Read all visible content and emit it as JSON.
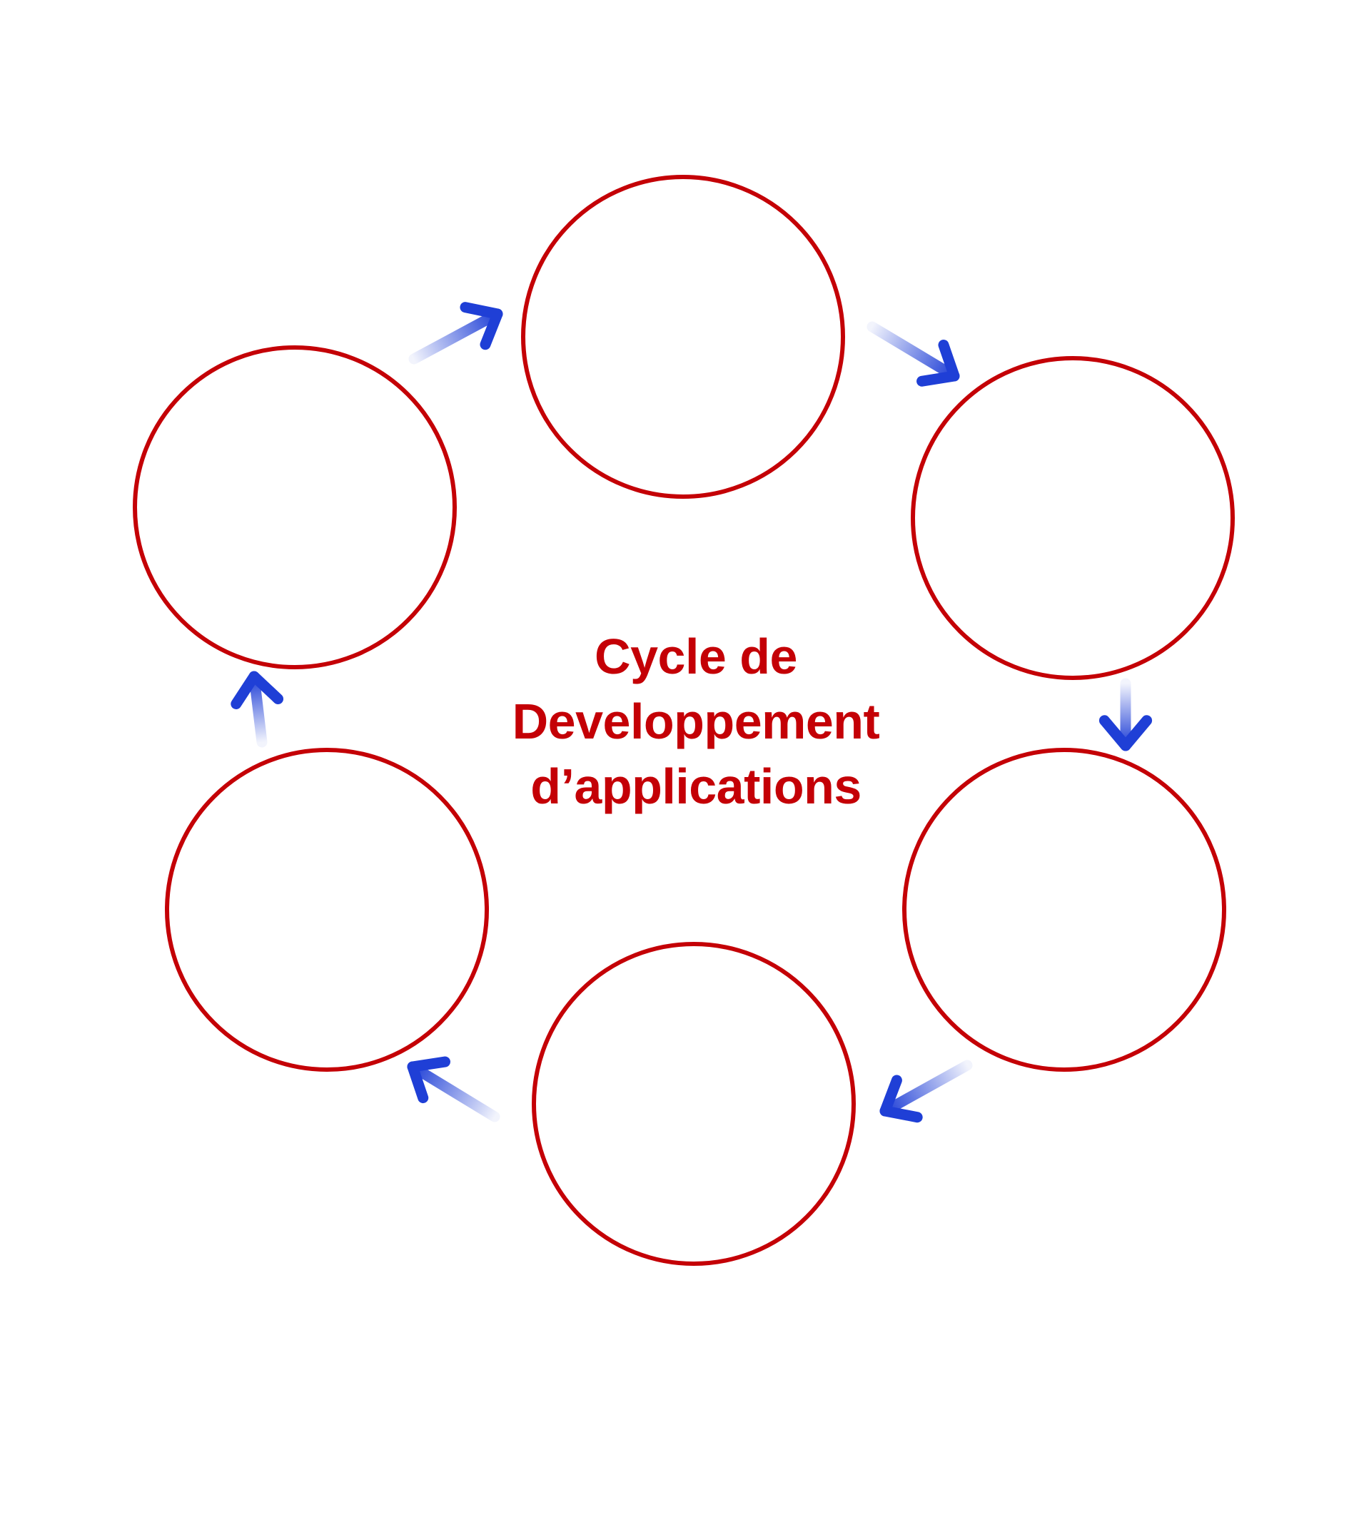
{
  "colors": {
    "circle_stroke": "#c40006",
    "arrow": "#1f3fd6",
    "title": "#c40006",
    "background": "#ffffff"
  },
  "center_title": {
    "line1": "Cycle de",
    "line2": "Developpement",
    "line3": "d’applications"
  },
  "steps": [
    {
      "label": ""
    },
    {
      "label": ""
    },
    {
      "label": ""
    },
    {
      "label": ""
    },
    {
      "label": ""
    },
    {
      "label": ""
    }
  ],
  "cycle_direction": "clockwise",
  "arrow_icon": "gradient-arrow-icon"
}
